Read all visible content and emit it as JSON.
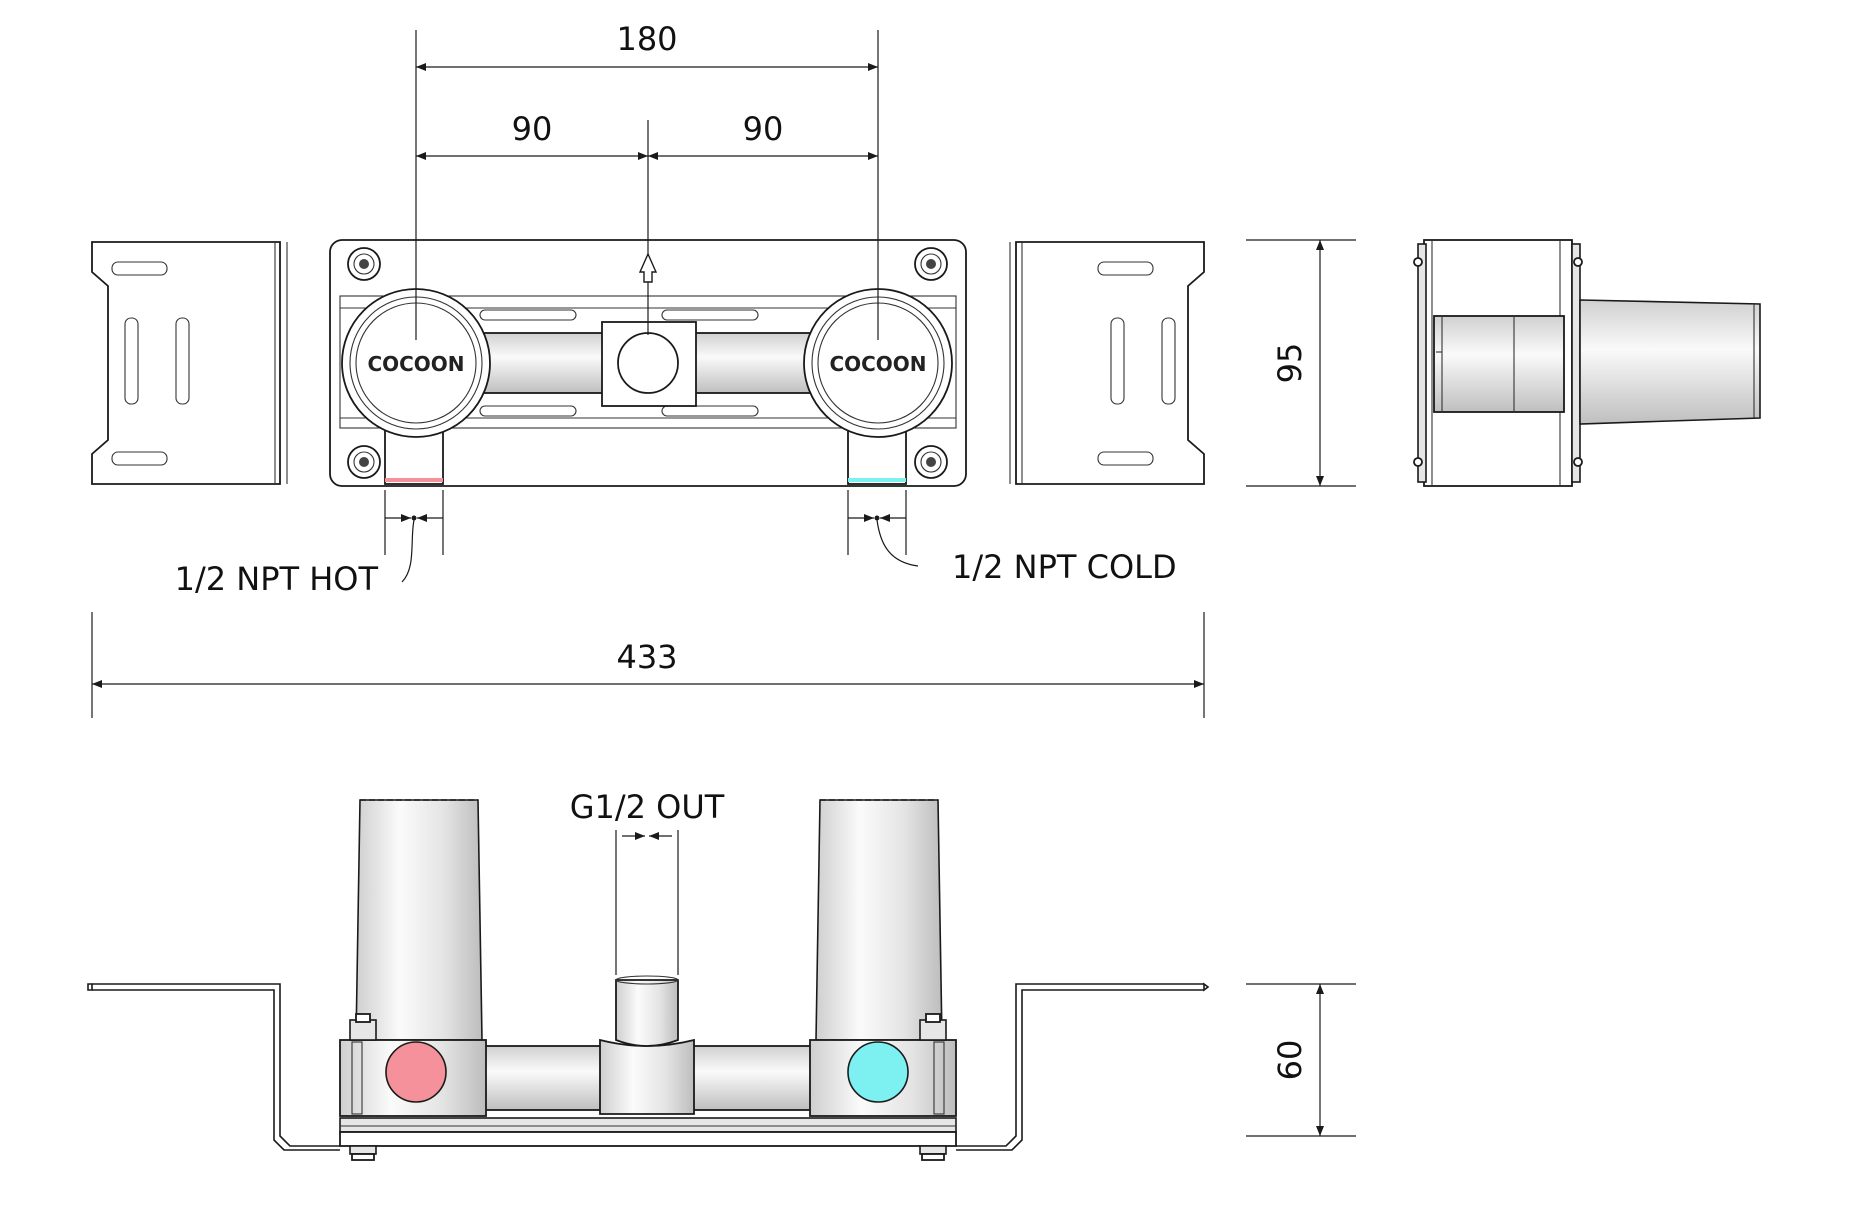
{
  "dimensions": {
    "center_distance": "180",
    "half_left": "90",
    "half_right": "90",
    "overall_width": "433",
    "front_height": "95",
    "depth": "60"
  },
  "labels": {
    "hot_inlet": "1/2 NPT HOT",
    "cold_inlet": "1/2 NPT COLD",
    "outlet": "G1/2 OUT",
    "brand_left": "COCOON",
    "brand_right": "COCOON"
  },
  "colors": {
    "hot": "#f4919a",
    "cold": "#7df0f2",
    "line": "#1a1a1a"
  }
}
